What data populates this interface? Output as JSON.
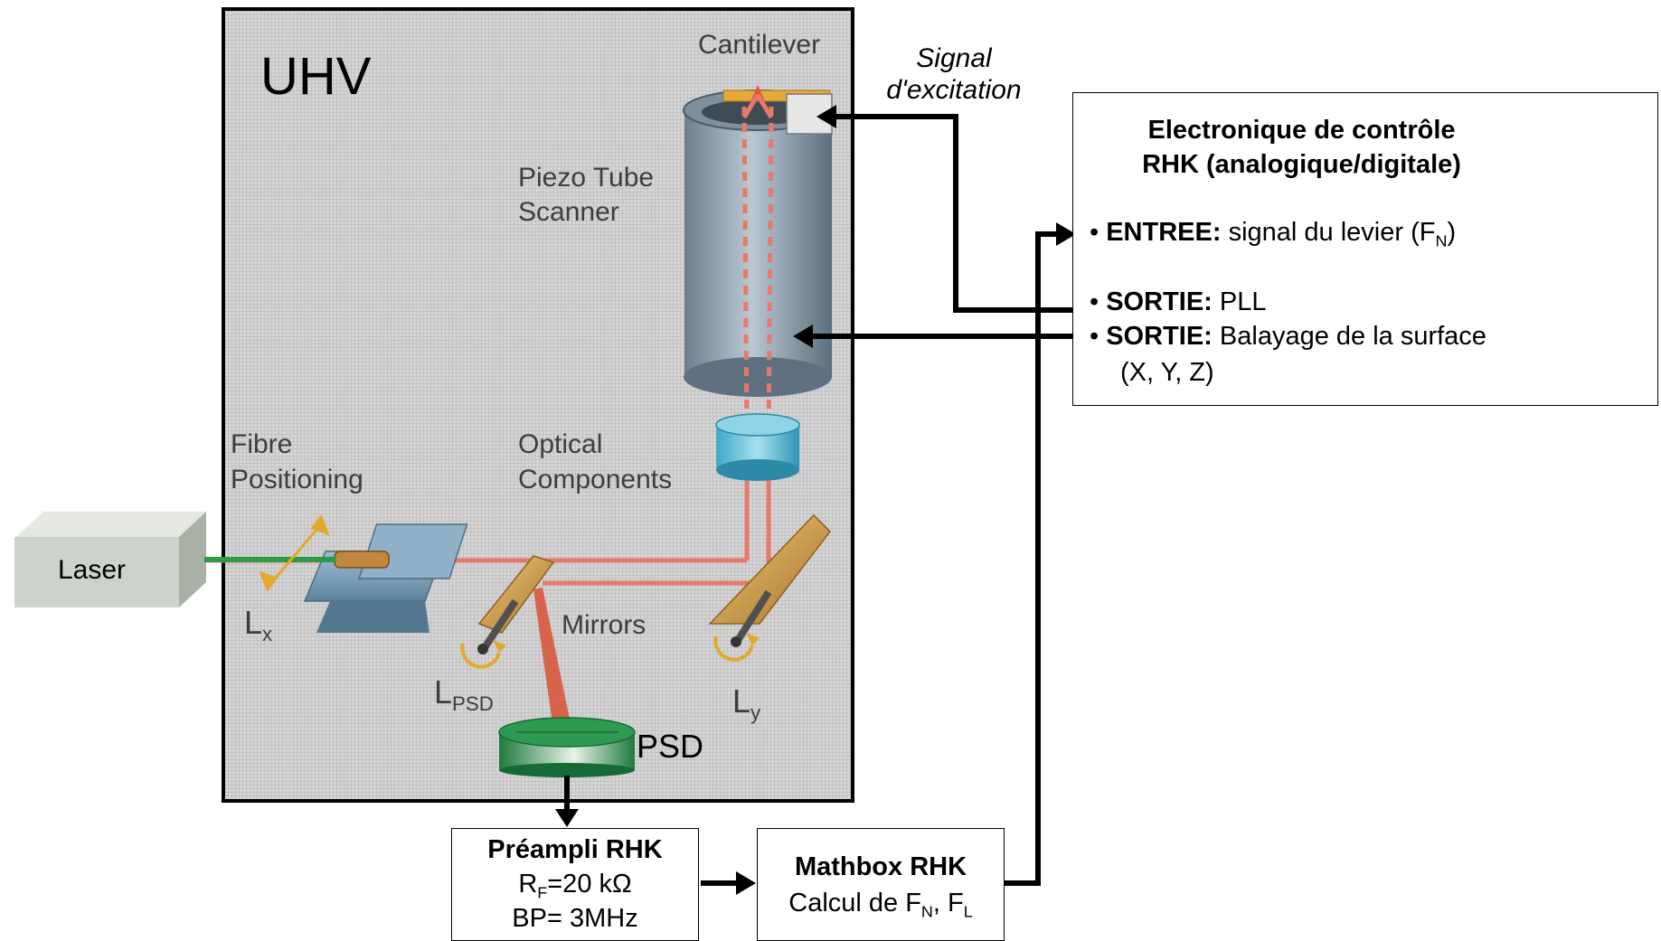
{
  "uhv": {
    "title": "UHV"
  },
  "labels": {
    "cantilever": "Cantilever",
    "signal_line1": "Signal",
    "signal_line2": "d'excitation",
    "piezo_line1": "Piezo Tube",
    "piezo_line2": "Scanner",
    "fibre_line1": "Fibre",
    "fibre_line2": "Positioning",
    "optical_line1": "Optical",
    "optical_line2": "Components",
    "mirrors": "Mirrors",
    "laser": "Laser",
    "psd": "PSD",
    "lx_main": "L",
    "lx_sub": "x",
    "lpsd_main": "L",
    "lpsd_sub": "PSD",
    "ly_main": "L",
    "ly_sub": "y"
  },
  "electronics": {
    "title_line1": "Electronique de contrôle",
    "title_line2": "RHK (analogique/digitale)",
    "bullet": "•",
    "input_label": "ENTREE:",
    "input_text": "signal du levier (F",
    "input_sub": "N",
    "input_close": ")",
    "output1_label": "SORTIE:",
    "output1_text": "PLL",
    "output2_label": "SORTIE:",
    "output2_text": "Balayage de la surface",
    "output2_line2": "(X, Y, Z)"
  },
  "preampli": {
    "title": "Préampli RHK",
    "rf_main": "R",
    "rf_sub": "F",
    "rf_value": "=20 kΩ",
    "bp": "BP= 3MHz"
  },
  "mathbox": {
    "title": "Mathbox RHK",
    "calc_text": "Calcul de F",
    "calc_sub1": "N",
    "calc_sep": ", F",
    "calc_sub2": "L"
  }
}
